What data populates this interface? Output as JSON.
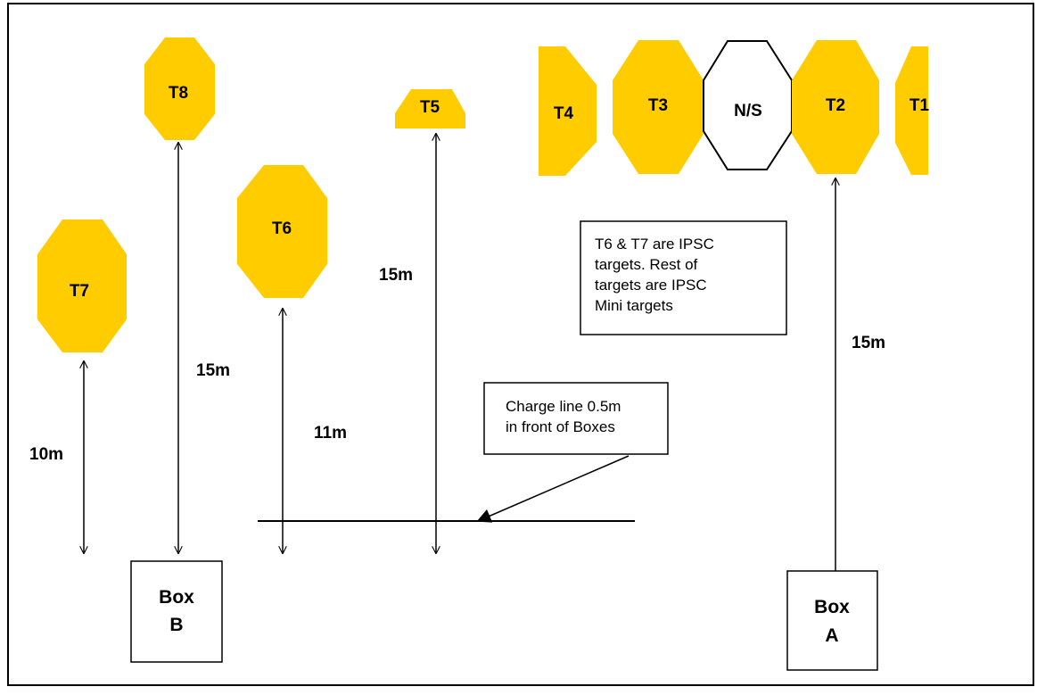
{
  "colors": {
    "target_fill": "#FFCC00",
    "no_shoot_fill": "#FFFFFF",
    "line": "#000000",
    "background": "#FFFFFF"
  },
  "targets": {
    "t1": "T1",
    "t2": "T2",
    "t3": "T3",
    "t4": "T4",
    "t5": "T5",
    "t6": "T6",
    "t7": "T7",
    "t8": "T8",
    "no_shoot": "N/S"
  },
  "distances": {
    "t7": "10m",
    "t8": "15m",
    "t6": "11m",
    "t5": "15m",
    "t2": "15m"
  },
  "boxes": {
    "box_b": [
      "Box",
      "B"
    ],
    "box_a": [
      "Box",
      "A"
    ]
  },
  "notes": {
    "target_types": [
      "T6 & T7 are IPSC",
      "targets. Rest of",
      "targets are IPSC",
      "Mini targets"
    ],
    "charge_line": [
      "Charge line 0.5m",
      "in front of Boxes"
    ]
  }
}
